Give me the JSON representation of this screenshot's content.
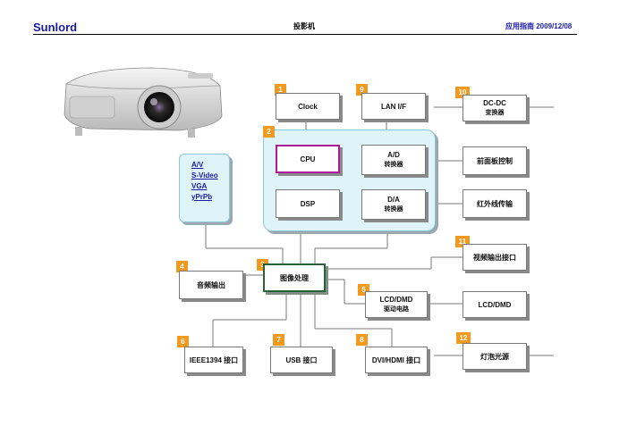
{
  "header": {
    "brand": "Sunlord",
    "title": "投影机",
    "right": "应用指南  2009/12/08"
  },
  "product_image": "projector",
  "input_box": {
    "items": [
      "A/V",
      "S-Video",
      "VGA",
      "yPrPb"
    ]
  },
  "blocks": {
    "clock": {
      "badge": "1",
      "label": "Clock"
    },
    "main": {
      "badge": "2"
    },
    "cpu": {
      "label": "CPU"
    },
    "ad": {
      "label": "A/D",
      "sub": "转换器"
    },
    "dsp": {
      "label": "DSP"
    },
    "da": {
      "label": "D/A",
      "sub": "转换器"
    },
    "image_proc": {
      "badge": "3",
      "label": "图像处理"
    },
    "audio_out": {
      "badge": "4",
      "label": "音频输出"
    },
    "lcd_driver": {
      "badge": "5",
      "label": "LCD/DMD",
      "sub": "驱动电路"
    },
    "ieee1394": {
      "badge": "6",
      "label": "IEEE1394 接口"
    },
    "usb": {
      "badge": "7",
      "label": "USB 接口"
    },
    "dvi_hdmi": {
      "badge": "8",
      "label": "DVI/HDMI 接口"
    },
    "lan": {
      "badge": "9",
      "label": "LAN I/F"
    },
    "dcdc": {
      "badge": "10",
      "label": "DC-DC",
      "sub": "变换器"
    },
    "front_panel": {
      "label": "前面板控制"
    },
    "ir": {
      "label": "红外线传输"
    },
    "video_out": {
      "badge": "11",
      "label": "视频输出接口"
    },
    "lcd_dmd": {
      "label": "LCD/DMD"
    },
    "lamp": {
      "badge": "12",
      "label": "灯泡光源"
    }
  },
  "colors": {
    "badge": "#f39a1e",
    "brand": "#1a1aa8",
    "group_fill": "#dff4f9",
    "cpu_border": "#b0199c"
  }
}
